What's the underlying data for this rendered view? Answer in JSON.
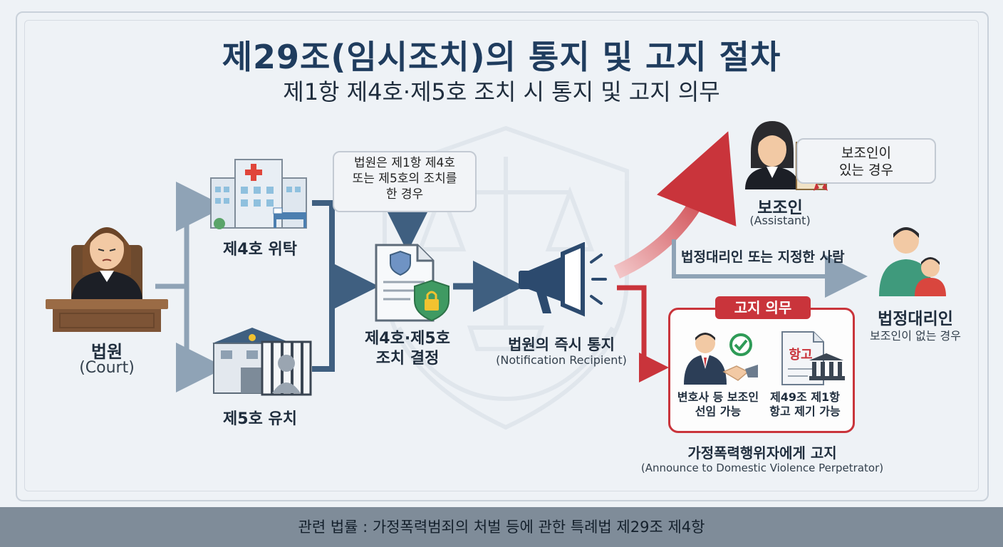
{
  "title": "제29조(임시조치)의 통지 및 고지 절차",
  "subtitle": "제1항 제4호·제5호 조치 시 통지 및 고지 의무",
  "court": {
    "label": "법원",
    "en": "(Court)"
  },
  "branch4": {
    "label": "제4호 위탁"
  },
  "branch5": {
    "label": "제5호 유치"
  },
  "condition_note": {
    "line1": "법원은 제1항 제4호",
    "line2": "또는 제5호의 조치를",
    "line3": "한 경우"
  },
  "decision": {
    "line1": "제4호·제5호",
    "line2": "조치 결정"
  },
  "notification": {
    "label": "법원의 즉시 통지",
    "en": "(Notification Recipient)"
  },
  "assistant": {
    "label": "보조인",
    "en": "(Assistant)"
  },
  "assistant_note": {
    "line1": "보조인이",
    "line2": "있는 경우"
  },
  "middle_path": {
    "label": "법정대리인 또는 지정한 사람"
  },
  "guardian": {
    "label": "법정대리인",
    "sub": "보조인이 없는 경우"
  },
  "notice_duty": {
    "tag": "고지 의무",
    "seal_text": "항고",
    "item1": {
      "line1": "변호사 등 보조인",
      "line2": "선임 가능"
    },
    "item2": {
      "line1": "제49조 제1항",
      "line2": "항고 제기 가능"
    }
  },
  "perpetrator": {
    "label": "가정폭력행위자에게 고지",
    "en": "(Announce to Domestic Violence Perpetrator)"
  },
  "footer": {
    "text": "관련 법률 : 가정폭력범죄의 처벌 등에 관한 특례법 제29조 제4항"
  },
  "colors": {
    "title": "#1f3c5e",
    "arrow_blue": "#3f5f80",
    "arrow_gray": "#8fa3b6",
    "accent_red": "#c9343b",
    "footer_bg": "#7f8c99"
  }
}
